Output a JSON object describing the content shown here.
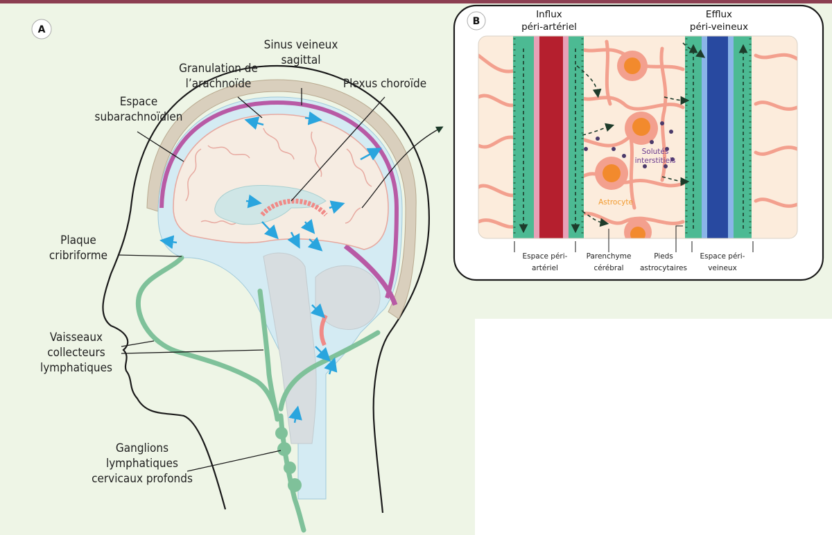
{
  "panel_a": {
    "badge": "A",
    "labels": {
      "sinus": [
        "Sinus veineux",
        "sagittal"
      ],
      "granulation": [
        "Granulation de",
        "l’arachnoïde"
      ],
      "plexus": "Plexus choroïde",
      "espace_sub": [
        "Espace",
        "subarachnoïdien"
      ],
      "plaque": [
        "Plaque",
        "cribriforme"
      ],
      "vaisseaux": [
        "Vaisseaux",
        "collecteurs",
        "lymphatiques"
      ],
      "ganglions": [
        "Ganglions",
        "lymphatiques",
        "cervicaux profonds"
      ]
    }
  },
  "panel_b": {
    "badge": "B",
    "influx": [
      "Influx",
      "péri-artériel"
    ],
    "efflux": [
      "Efflux",
      "péri-veineux"
    ],
    "solutes": [
      "Solutés",
      "interstitiels"
    ],
    "astrocyte": "Astrocyte",
    "bottom_labels": {
      "espace_art": [
        "Espace péri-",
        "artériel"
      ],
      "parenchyme": [
        "Parenchyme",
        "cérébral"
      ],
      "pieds": [
        "Pieds",
        "astrocytaires"
      ],
      "espace_vein": [
        "Espace péri-",
        "veineux"
      ]
    }
  },
  "colors": {
    "background": "#eef5e6",
    "csf": "#d4ebf3",
    "lymphatic": "#7fc19a",
    "sinus": "#b85aa5",
    "artery": "#b51f2e",
    "vein": "#2849a0",
    "perivascular": "#4cba93",
    "astrocyte": "#f3a08e",
    "arrow": "#2aa5de"
  }
}
